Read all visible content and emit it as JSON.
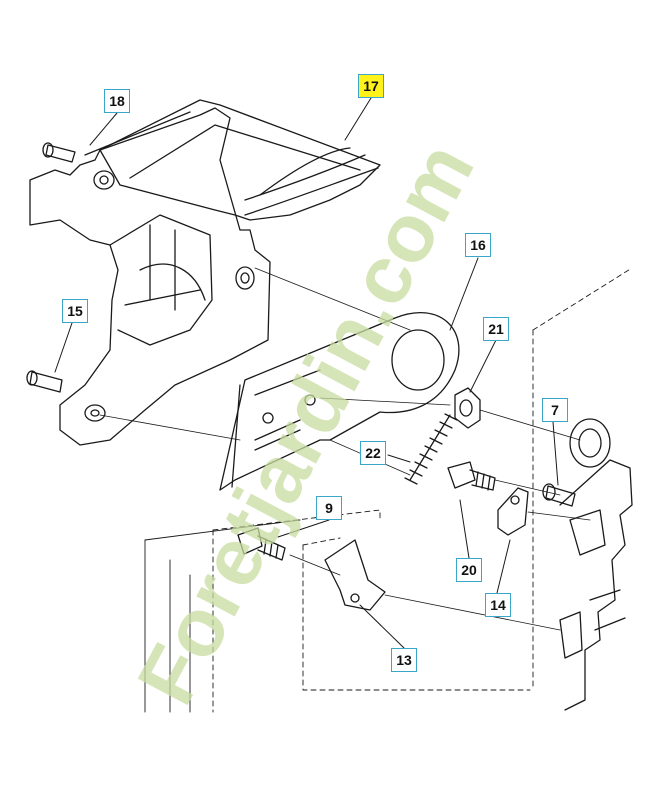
{
  "callouts": [
    {
      "label": "17",
      "highlight": true
    },
    {
      "label": "18",
      "highlight": false
    },
    {
      "label": "16",
      "highlight": false
    },
    {
      "label": "15",
      "highlight": false
    },
    {
      "label": "21",
      "highlight": false
    },
    {
      "label": "7",
      "highlight": false
    },
    {
      "label": "22",
      "highlight": false
    },
    {
      "label": "9",
      "highlight": false
    },
    {
      "label": "20",
      "highlight": false
    },
    {
      "label": "14",
      "highlight": false
    },
    {
      "label": "13",
      "highlight": false
    }
  ],
  "watermark": {
    "text": "Foretjardin.com",
    "color": "#c8dca0"
  },
  "colors": {
    "line": "#1a1a1a",
    "callout_border": "#3aa6c9",
    "highlight": "#fff21a"
  }
}
